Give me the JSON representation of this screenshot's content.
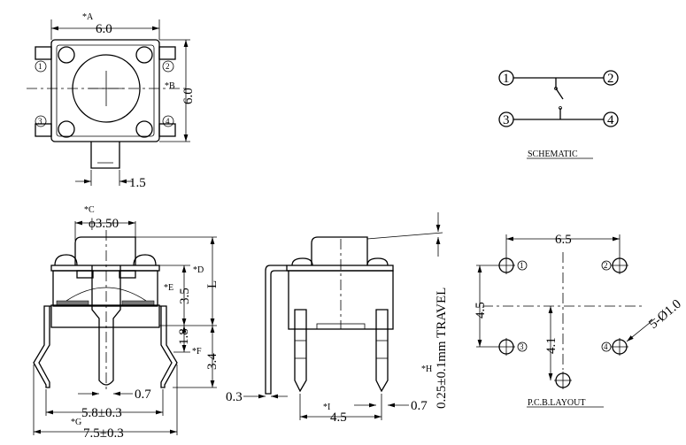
{
  "top_view": {
    "a_mark": "*A",
    "width_dim": "6.0",
    "b_mark": "*B",
    "height_dim": "6.0",
    "tab_dim": "1.5",
    "pins": [
      "1",
      "2",
      "3",
      "4"
    ]
  },
  "schematic": {
    "pins": [
      "1",
      "2",
      "3",
      "4"
    ],
    "caption": "SCHEMATIC"
  },
  "front_view": {
    "c_mark": "*C",
    "cap_dia": "ϕ3.50",
    "d_mark": "*D",
    "l_dim": "L",
    "e_mark": "*E",
    "body_h": "3.5",
    "lead_dim": "1.8",
    "f_mark": "*F",
    "pin_len": "3.4",
    "pin_w": "0.7",
    "inner_span": "5.8±0.3",
    "g_mark": "*G",
    "outer_span": "7.5±0.3"
  },
  "side_view": {
    "lead_thk": "0.3",
    "h_mark": "*H",
    "travel": "0.25±0.1mm TRAVEL",
    "i_mark": "*I",
    "pin_pitch": "4.5",
    "pin_w": "0.7"
  },
  "pcb_layout": {
    "width_dim": "6.5",
    "height_dim": "4.5",
    "offset_dim": "4.1",
    "hole_spec": "5-Ø1.0",
    "caption": "P.C.B.LAYOUT",
    "pins": [
      "1",
      "2",
      "3",
      "4"
    ]
  }
}
